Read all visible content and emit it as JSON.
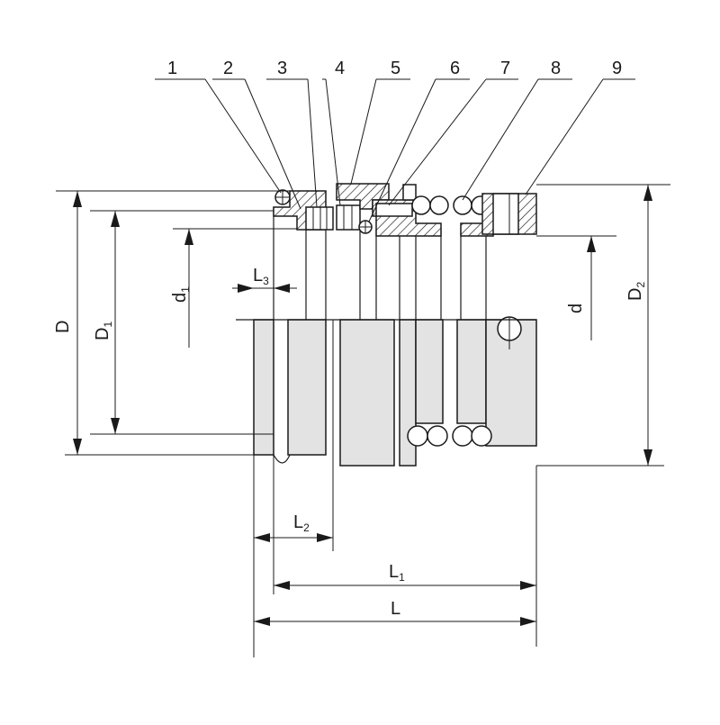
{
  "part_numbers": [
    "1",
    "2",
    "3",
    "4",
    "5",
    "6",
    "7",
    "8",
    "9"
  ],
  "dimensions": {
    "D": {
      "main": "D",
      "sub": ""
    },
    "D1": {
      "main": "D",
      "sub": "1"
    },
    "D2": {
      "main": "D",
      "sub": "2"
    },
    "d": {
      "main": "d",
      "sub": ""
    },
    "d1": {
      "main": "d",
      "sub": "1"
    },
    "L": {
      "main": "L",
      "sub": ""
    },
    "L1": {
      "main": "L",
      "sub": "1"
    },
    "L2": {
      "main": "L",
      "sub": "2"
    },
    "L3": {
      "main": "L",
      "sub": "3"
    }
  }
}
